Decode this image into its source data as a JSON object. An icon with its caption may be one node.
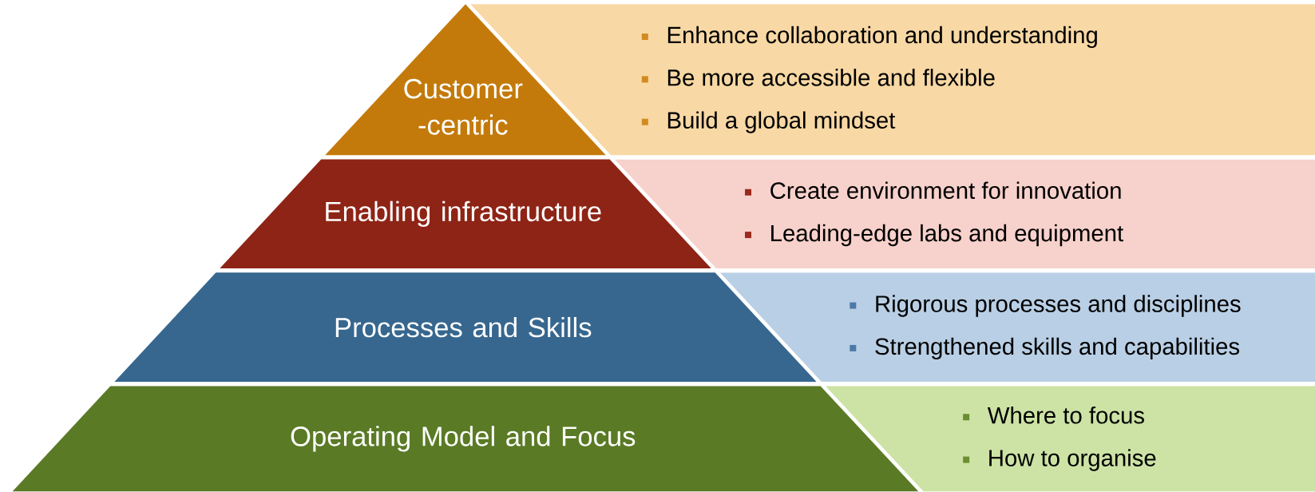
{
  "diagram": {
    "nodes": [
      {
        "text": [
          "Customer -centric"
        ]
      },
      {
        "text": [
          "Enhance collaboration and understanding",
          "Be more accessible and flexible",
          "Build a global mindset"
        ]
      },
      {
        "text": [
          "Enabling infrastructure"
        ]
      },
      {
        "text": [
          "Create environment for innovation",
          "Leading-edge labs and equipment"
        ]
      },
      {
        "text": [
          "Processes and Skills"
        ]
      },
      {
        "text": [
          "Rigorous processes and disciplines",
          "Strengthened skills and capabilities"
        ]
      },
      {
        "text": [
          "Operating Model and Focus"
        ]
      },
      {
        "text": [
          "Where to focus",
          "How to organise"
        ]
      }
    ]
  }
}
